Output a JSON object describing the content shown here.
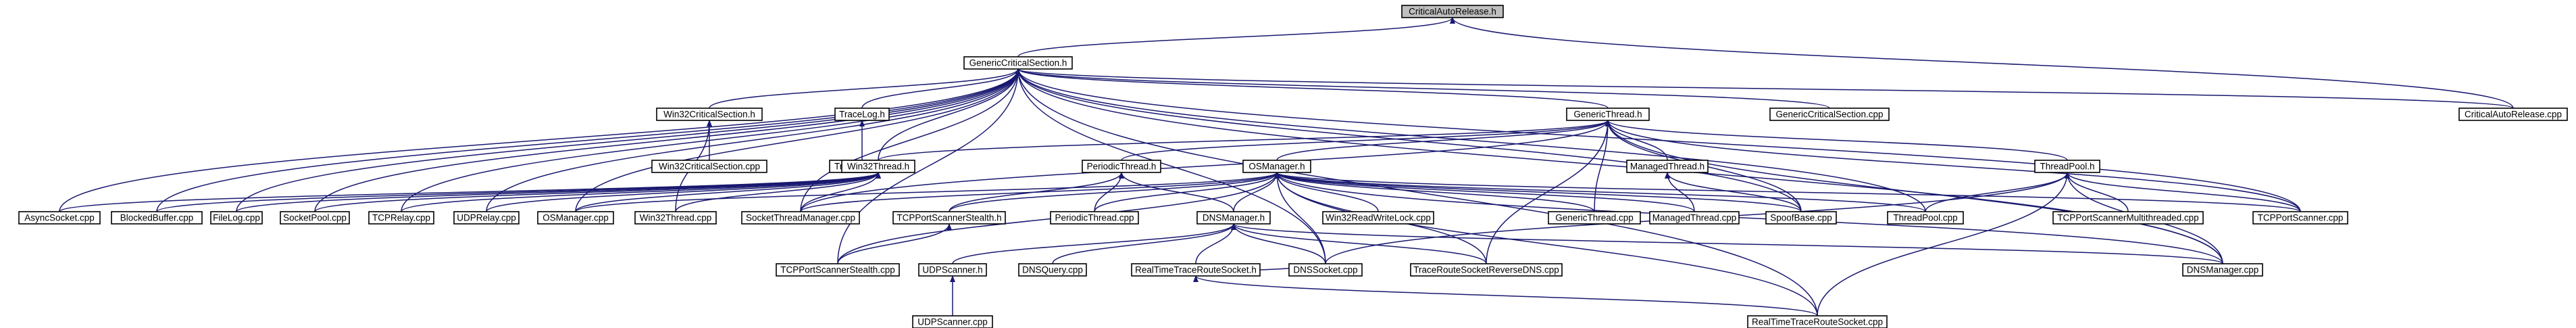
{
  "graph": {
    "title": "",
    "edge_color": "#191970",
    "root_fill": "#bfbfbf",
    "nodes": [
      {
        "id": "car_h",
        "label": "CriticalAutoRelease.h",
        "root": true
      },
      {
        "id": "gcs_h",
        "label": "GenericCriticalSection.h"
      },
      {
        "id": "car_cpp",
        "label": "CriticalAutoRelease.cpp"
      },
      {
        "id": "w32cs_h",
        "label": "Win32CriticalSection.h"
      },
      {
        "id": "tracelog_h",
        "label": "TraceLog.h"
      },
      {
        "id": "gthread_h",
        "label": "GenericThread.h"
      },
      {
        "id": "gcs_cpp",
        "label": "GenericCriticalSection.cpp"
      },
      {
        "id": "w32cs_cpp",
        "label": "Win32CriticalSection.cpp"
      },
      {
        "id": "tracelog_cpp",
        "label": "TraceLog.cpp"
      },
      {
        "id": "w32thread_h",
        "label": "Win32Thread.h"
      },
      {
        "id": "periodic_h",
        "label": "PeriodicThread.h"
      },
      {
        "id": "osmanager_h",
        "label": "OSManager.h"
      },
      {
        "id": "managed_h",
        "label": "ManagedThread.h"
      },
      {
        "id": "threadpool_h",
        "label": "ThreadPool.h"
      },
      {
        "id": "asyncsocket_cpp",
        "label": "AsyncSocket.cpp"
      },
      {
        "id": "blockedbuffer_cpp",
        "label": "BlockedBuffer.cpp"
      },
      {
        "id": "filelog_cpp",
        "label": "FileLog.cpp"
      },
      {
        "id": "socketpool_cpp",
        "label": "SocketPool.cpp"
      },
      {
        "id": "tcprelay_cpp",
        "label": "TCPRelay.cpp"
      },
      {
        "id": "udprelay_cpp",
        "label": "UDPRelay.cpp"
      },
      {
        "id": "osmanager_cpp",
        "label": "OSManager.cpp"
      },
      {
        "id": "w32thread_cpp",
        "label": "Win32Thread.cpp"
      },
      {
        "id": "stm_cpp",
        "label": "SocketThreadManager.cpp"
      },
      {
        "id": "tcpss_h",
        "label": "TCPPortScannerStealth.h"
      },
      {
        "id": "periodic_cpp",
        "label": "PeriodicThread.cpp"
      },
      {
        "id": "dnsmanager_h",
        "label": "DNSManager.h"
      },
      {
        "id": "w32rwl_cpp",
        "label": "Win32ReadWriteLock.cpp"
      },
      {
        "id": "gthread_cpp",
        "label": "GenericThread.cpp"
      },
      {
        "id": "managed_cpp",
        "label": "ManagedThread.cpp"
      },
      {
        "id": "spoofbase_cpp",
        "label": "SpoofBase.cpp"
      },
      {
        "id": "threadpool_cpp",
        "label": "ThreadPool.cpp"
      },
      {
        "id": "tcpsmt_cpp",
        "label": "TCPPortScannerMultithreaded.cpp"
      },
      {
        "id": "tcpscanner_cpp",
        "label": "TCPPortScanner.cpp"
      },
      {
        "id": "tcpss_cpp",
        "label": "TCPPortScannerStealth.cpp"
      },
      {
        "id": "udpscanner_h",
        "label": "UDPScanner.h"
      },
      {
        "id": "dnsquery_cpp",
        "label": "DNSQuery.cpp"
      },
      {
        "id": "rttrs_h",
        "label": "RealTimeTraceRouteSocket.h"
      },
      {
        "id": "dnssocket_cpp",
        "label": "DNSSocket.cpp"
      },
      {
        "id": "trsrd_cpp",
        "label": "TraceRouteSocketReverseDNS.cpp"
      },
      {
        "id": "dnsmanager_cpp",
        "label": "DNSManager.cpp"
      },
      {
        "id": "udpscanner_cpp",
        "label": "UDPScanner.cpp"
      },
      {
        "id": "rttrs_cpp",
        "label": "RealTimeTraceRouteSocket.cpp"
      }
    ],
    "edges": [
      [
        "gcs_h",
        "car_h"
      ],
      [
        "car_cpp",
        "car_h"
      ],
      [
        "car_cpp",
        "gcs_h"
      ],
      [
        "w32cs_h",
        "gcs_h"
      ],
      [
        "tracelog_h",
        "gcs_h"
      ],
      [
        "gthread_h",
        "gcs_h"
      ],
      [
        "gcs_cpp",
        "gcs_h"
      ],
      [
        "asyncsocket_cpp",
        "gcs_h"
      ],
      [
        "blockedbuffer_cpp",
        "gcs_h"
      ],
      [
        "filelog_cpp",
        "gcs_h"
      ],
      [
        "socketpool_cpp",
        "gcs_h"
      ],
      [
        "tcprelay_cpp",
        "gcs_h"
      ],
      [
        "udprelay_cpp",
        "gcs_h"
      ],
      [
        "osmanager_cpp",
        "gcs_h"
      ],
      [
        "w32thread_h",
        "gcs_h"
      ],
      [
        "stm_cpp",
        "gcs_h"
      ],
      [
        "tcpss_cpp",
        "gcs_h"
      ],
      [
        "dnssocket_cpp",
        "gcs_h"
      ],
      [
        "spoofbase_cpp",
        "gcs_h"
      ],
      [
        "threadpool_cpp",
        "gcs_h"
      ],
      [
        "tcpscanner_cpp",
        "gcs_h"
      ],
      [
        "rttrs_cpp",
        "gcs_h"
      ],
      [
        "dnsmanager_cpp",
        "gcs_h"
      ],
      [
        "w32cs_cpp",
        "w32cs_h"
      ],
      [
        "w32thread_cpp",
        "w32cs_h"
      ],
      [
        "tracelog_cpp",
        "tracelog_h"
      ],
      [
        "w32thread_h",
        "gthread_h"
      ],
      [
        "periodic_h",
        "gthread_h"
      ],
      [
        "osmanager_h",
        "gthread_h"
      ],
      [
        "managed_h",
        "gthread_h"
      ],
      [
        "threadpool_h",
        "gthread_h"
      ],
      [
        "gthread_cpp",
        "gthread_h"
      ],
      [
        "spoofbase_cpp",
        "gthread_h"
      ],
      [
        "tcpscanner_cpp",
        "gthread_h"
      ],
      [
        "dnsmanager_cpp",
        "gthread_h"
      ],
      [
        "stm_cpp",
        "gthread_h"
      ],
      [
        "trsrd_cpp",
        "gthread_h"
      ],
      [
        "asyncsocket_cpp",
        "w32thread_h"
      ],
      [
        "blockedbuffer_cpp",
        "w32thread_h"
      ],
      [
        "filelog_cpp",
        "w32thread_h"
      ],
      [
        "socketpool_cpp",
        "w32thread_h"
      ],
      [
        "tcprelay_cpp",
        "w32thread_h"
      ],
      [
        "udprelay_cpp",
        "w32thread_h"
      ],
      [
        "osmanager_cpp",
        "w32thread_h"
      ],
      [
        "w32thread_cpp",
        "w32thread_h"
      ],
      [
        "stm_cpp",
        "w32thread_h"
      ],
      [
        "periodic_cpp",
        "periodic_h"
      ],
      [
        "tcpss_h",
        "periodic_h"
      ],
      [
        "dnsmanager_h",
        "periodic_h"
      ],
      [
        "stm_cpp",
        "osmanager_h"
      ],
      [
        "tcpss_h",
        "osmanager_h"
      ],
      [
        "periodic_cpp",
        "osmanager_h"
      ],
      [
        "dnsmanager_h",
        "osmanager_h"
      ],
      [
        "w32rwl_cpp",
        "osmanager_h"
      ],
      [
        "gthread_cpp",
        "osmanager_h"
      ],
      [
        "managed_cpp",
        "osmanager_h"
      ],
      [
        "spoofbase_cpp",
        "osmanager_h"
      ],
      [
        "threadpool_cpp",
        "osmanager_h"
      ],
      [
        "tcpscanner_cpp",
        "osmanager_h"
      ],
      [
        "dnssocket_cpp",
        "osmanager_h"
      ],
      [
        "trsrd_cpp",
        "osmanager_h"
      ],
      [
        "rttrs_cpp",
        "osmanager_h"
      ],
      [
        "dnsmanager_cpp",
        "osmanager_h"
      ],
      [
        "osmanager_cpp",
        "osmanager_h"
      ],
      [
        "tcpss_cpp",
        "osmanager_h"
      ],
      [
        "managed_cpp",
        "managed_h"
      ],
      [
        "spoofbase_cpp",
        "managed_h"
      ],
      [
        "threadpool_cpp",
        "threadpool_h"
      ],
      [
        "tcpsmt_cpp",
        "threadpool_h"
      ],
      [
        "tcpscanner_cpp",
        "threadpool_h"
      ],
      [
        "dnssocket_cpp",
        "threadpool_h"
      ],
      [
        "rttrs_cpp",
        "threadpool_h"
      ],
      [
        "dnsmanager_cpp",
        "threadpool_h"
      ],
      [
        "tcpss_cpp",
        "tcpss_h"
      ],
      [
        "udpscanner_h",
        "dnsmanager_h"
      ],
      [
        "dnsquery_cpp",
        "dnsmanager_h"
      ],
      [
        "rttrs_h",
        "dnsmanager_h"
      ],
      [
        "dnssocket_cpp",
        "dnsmanager_h"
      ],
      [
        "trsrd_cpp",
        "dnsmanager_h"
      ],
      [
        "dnsmanager_cpp",
        "dnsmanager_h"
      ],
      [
        "udpscanner_cpp",
        "udpscanner_h"
      ],
      [
        "dnssocket_cpp",
        "rttrs_h"
      ],
      [
        "rttrs_cpp",
        "rttrs_h"
      ]
    ]
  }
}
